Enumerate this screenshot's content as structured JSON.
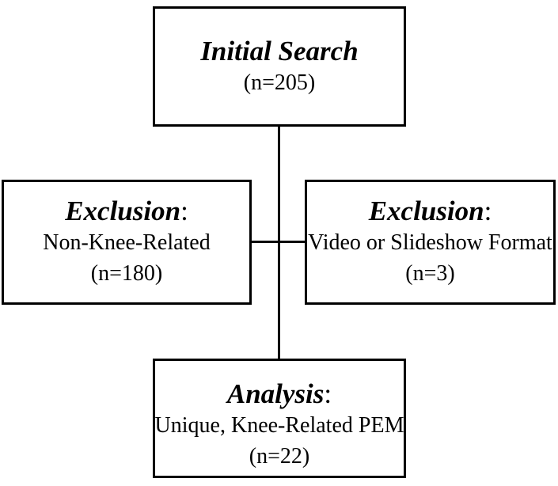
{
  "flowchart": {
    "nodes": [
      {
        "id": "initial-search",
        "title": "Initial Search",
        "colon": "",
        "subtitle": "",
        "count": "(n=205)"
      },
      {
        "id": "exclusion-non-knee",
        "title": "Exclusion",
        "colon": ":",
        "subtitle": "Non-Knee-Related",
        "count": "(n=180)"
      },
      {
        "id": "exclusion-video-slideshow",
        "title": "Exclusion",
        "colon": ":",
        "subtitle": "Video or Slideshow Format",
        "count": "(n=3)"
      },
      {
        "id": "analysis",
        "title": "Analysis",
        "colon": ":",
        "subtitle": "Unique, Knee-Related PEM",
        "count": "(n=22)"
      }
    ],
    "colors": {
      "border": "#000000",
      "text": "#000000",
      "background": "#ffffff"
    }
  }
}
